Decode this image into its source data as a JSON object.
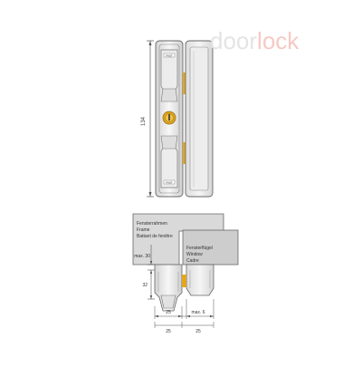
{
  "watermark": {
    "part1": "door",
    "part2": "lock"
  },
  "front_view": {
    "height_label": "134",
    "label_top": "FAST",
    "label_bottom": "FAST"
  },
  "section_view": {
    "frame_labels": [
      "Fensterrahmen",
      "Frame",
      "Battant de fenêtre"
    ],
    "sash_labels": [
      "Fensterflügel",
      "Window",
      "Cadre"
    ],
    "dim_max30": "max. 30",
    "dim_32": "32",
    "dim_25_left": "25",
    "dim_25_right": "25",
    "dim_max6": "max. 6"
  },
  "colors": {
    "accent": "#e3a71c",
    "outline": "#555555",
    "panel": "#d9d9d9",
    "body": "#f2f2f2"
  }
}
